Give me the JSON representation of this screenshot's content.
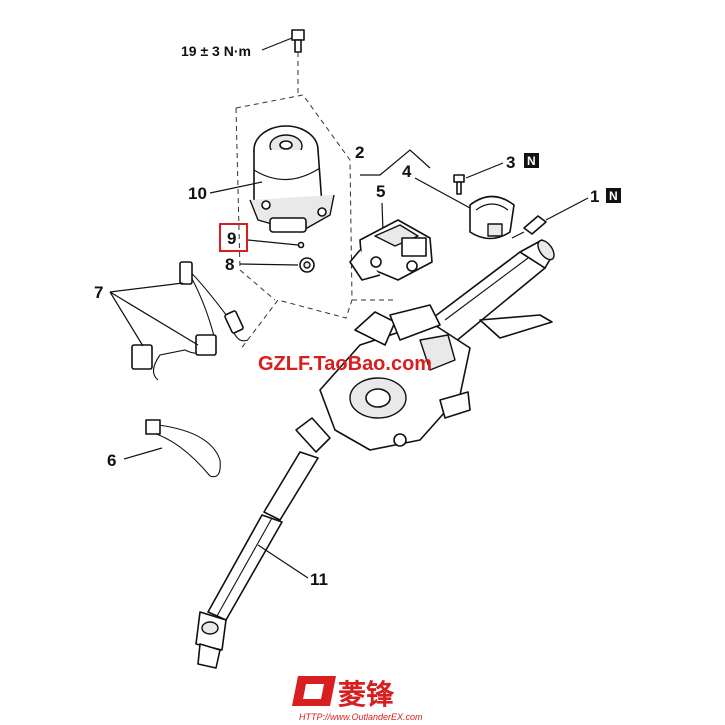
{
  "torque_label": "19 ± 3 N·m",
  "callouts": {
    "c1": "1",
    "c2": "2",
    "c3": "3",
    "c4": "4",
    "c5": "5",
    "c6": "6",
    "c7": "7",
    "c8": "8",
    "c9": "9",
    "c10": "10",
    "c11": "11"
  },
  "badge_letter": "N",
  "highlight_color": "#d81e1e",
  "watermark": {
    "text": "GZLF.TaoBao.com",
    "brand": "菱锋",
    "url": "HTTP://www.OutlanderEX.com"
  }
}
